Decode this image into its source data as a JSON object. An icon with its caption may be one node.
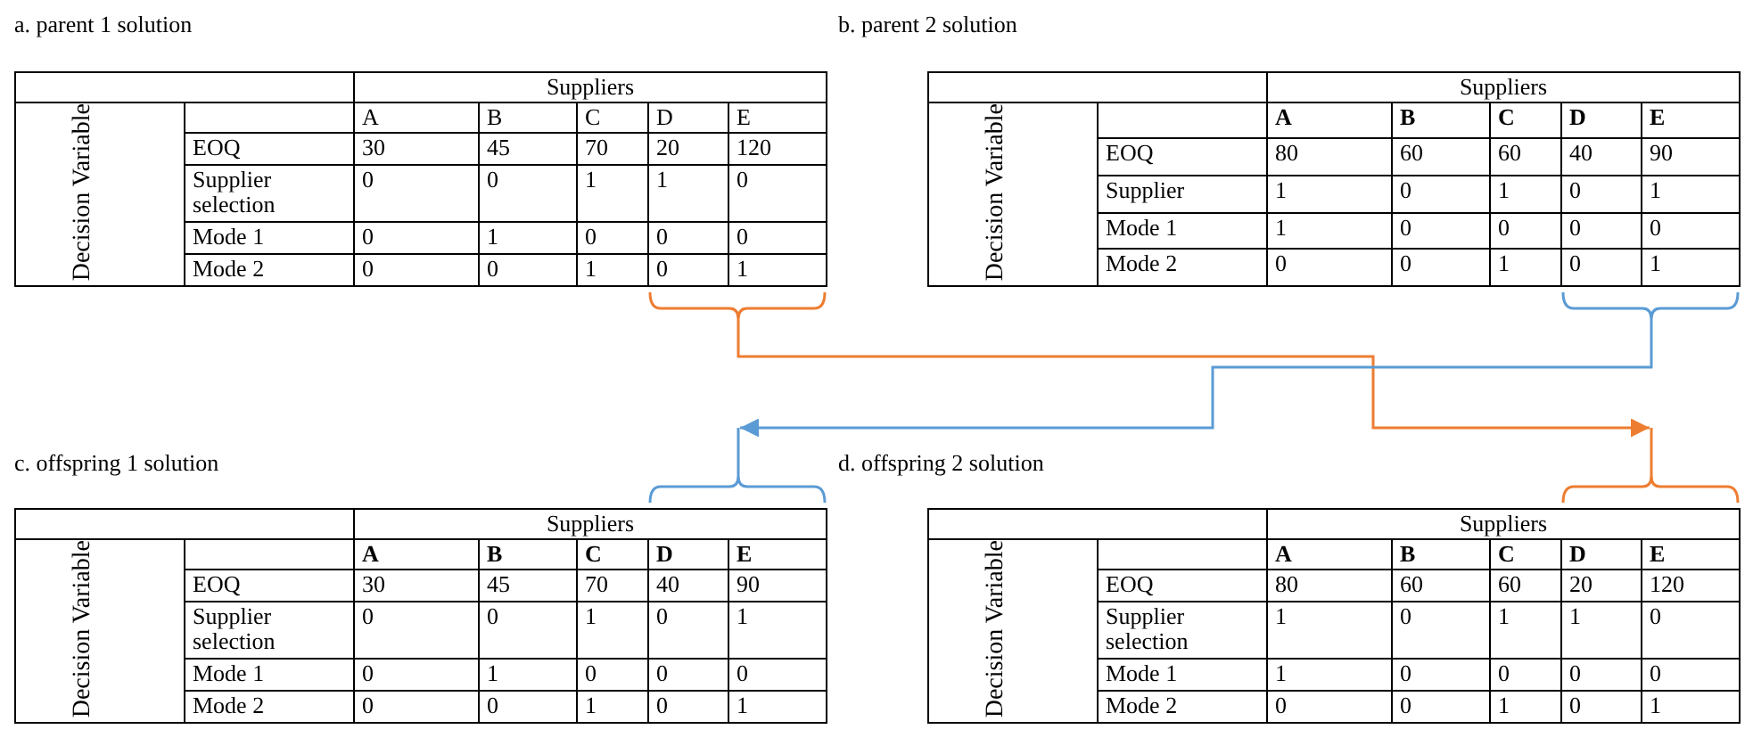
{
  "diagram": {
    "nodes": [
      {
        "text": [
          "a. parent 1 solution",
          "Suppliers",
          "Decision Variable",
          "A",
          "B",
          "C",
          "D",
          "E",
          "EOQ",
          "30",
          "45",
          "70",
          "20",
          "120",
          "Supplier selection",
          "0",
          "0",
          "1",
          "1",
          "0",
          "Mode 1",
          "0",
          "1",
          "0",
          "0",
          "0",
          "Mode 2",
          "0",
          "0",
          "1",
          "0",
          "1"
        ]
      },
      {
        "text": [
          "b. parent 2 solution",
          "Suppliers",
          "Decision Variable",
          "A",
          "B",
          "C",
          "D",
          "E",
          "EOQ",
          "80",
          "60",
          "60",
          "40",
          "90",
          "Supplier",
          "1",
          "0",
          "1",
          "0",
          "1",
          "Mode 1",
          "1",
          "0",
          "0",
          "0",
          "0",
          "Mode 2",
          "0",
          "0",
          "1",
          "0",
          "1"
        ]
      },
      {
        "text": [
          "c. offspring 1 solution",
          "Suppliers",
          "Decision Variable",
          "A",
          "B",
          "C",
          "D",
          "E",
          "EOQ",
          "30",
          "45",
          "70",
          "40",
          "90",
          "Supplier selection",
          "0",
          "0",
          "1",
          "0",
          "1",
          "Mode 1",
          "0",
          "1",
          "0",
          "0",
          "0",
          "Mode 2",
          "0",
          "0",
          "1",
          "0",
          "1"
        ]
      },
      {
        "text": [
          "d. offspring 2 solution",
          "Suppliers",
          "Decision Variable",
          "A",
          "B",
          "C",
          "D",
          "E",
          "EOQ",
          "80",
          "60",
          "60",
          "20",
          "120",
          "Supplier selection",
          "1",
          "0",
          "1",
          "1",
          "0",
          "Mode 1",
          "1",
          "0",
          "0",
          "0",
          "0",
          "Mode 2",
          "0",
          "0",
          "1",
          "0",
          "1"
        ]
      }
    ],
    "edges": [
      {
        "from": 0,
        "to": 3,
        "arrow": "to",
        "color": "#ed7d31"
      },
      {
        "from": 1,
        "to": 2,
        "arrow": "to",
        "color": "#5b9bd5"
      }
    ]
  }
}
